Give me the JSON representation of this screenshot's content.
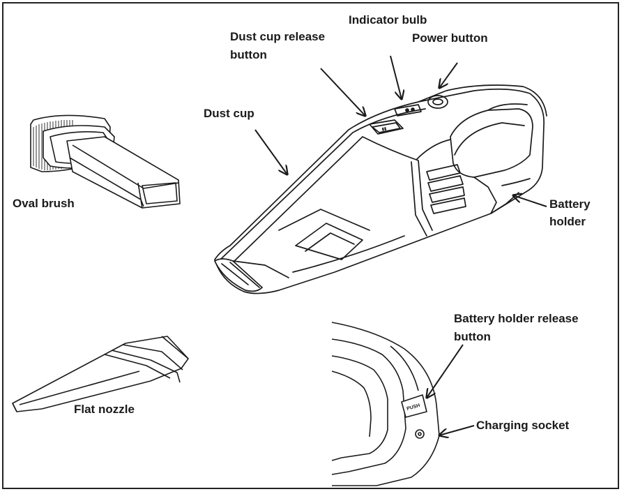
{
  "diagram": {
    "labels": {
      "indicator_bulb": "Indicator bulb",
      "dust_cup_release_line1": "Dust cup release",
      "dust_cup_release_line2": "button",
      "power_button": "Power button",
      "dust_cup": "Dust cup",
      "oval_brush": "Oval brush",
      "battery_holder_line1": "Battery",
      "battery_holder_line2": "holder",
      "battery_release_line1": "Battery holder release",
      "battery_release_line2": "button",
      "charging_socket": "Charging socket",
      "flat_nozzle": "Flat nozzle"
    },
    "device_text": {
      "push": "PUSH"
    },
    "colors": {
      "ink": "#1a1a1a",
      "paper": "#ffffff"
    }
  }
}
